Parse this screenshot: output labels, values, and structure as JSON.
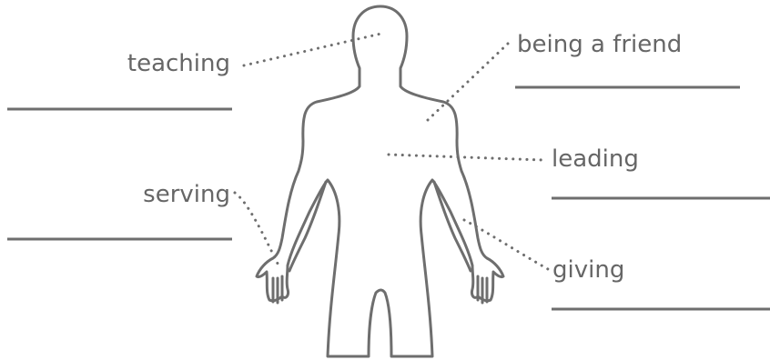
{
  "labels": {
    "teaching": "teaching",
    "being_a_friend": "being a friend",
    "leading": "leading",
    "serving": "serving",
    "giving": "giving"
  },
  "colors": {
    "ink": "#666666",
    "outline": "#6e6e6e",
    "background": "#ffffff"
  }
}
